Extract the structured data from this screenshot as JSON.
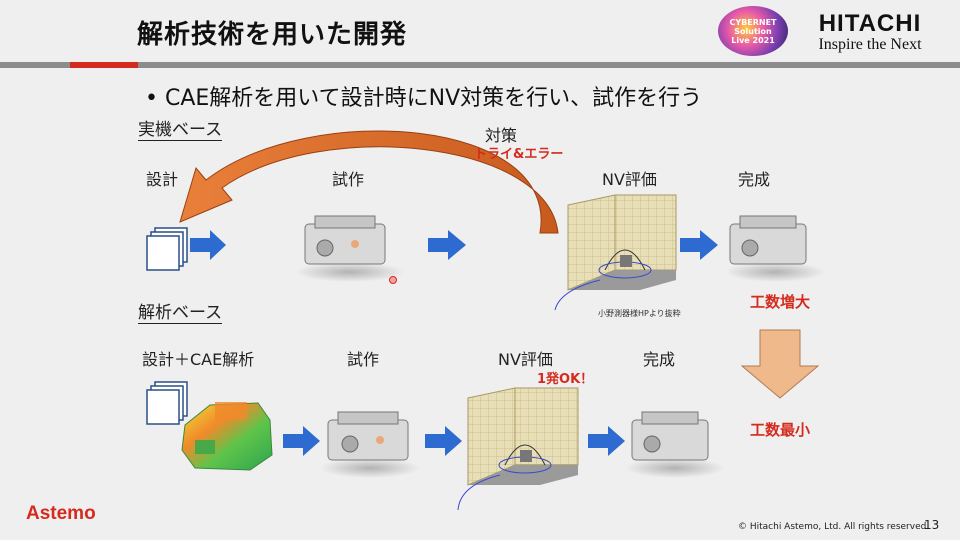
{
  "title": "解析技術を用いた開発",
  "logo": {
    "event_badge": [
      "CYBERNET",
      "Solution",
      "Live 2021"
    ],
    "brand_name": "HITACHI",
    "slogan": "Inspire the Next"
  },
  "bullet": "CAE解析を用いて設計時にNV対策を行い、試作を行う",
  "top_flow": {
    "section_label": "実機ベース",
    "steps": [
      "設計",
      "試作",
      "NV評価",
      "完成"
    ],
    "loop_label": "対策",
    "loop_note": "トライ&エラー",
    "result": "工数増大",
    "chamber_credit": "小野測器様HPより抜粋"
  },
  "bottom_flow": {
    "section_label": "解析ベース",
    "steps": [
      "設計＋CAE解析",
      "試作",
      "NV評価",
      "完成"
    ],
    "nv_note": "1発OK！",
    "result": "工数最小"
  },
  "footer": {
    "company_logo": "Astemo",
    "copyright": "© Hitachi Astemo, Ltd. All rights reserved.",
    "page_number": "13"
  },
  "colors": {
    "accent_red": "#d52b1e",
    "flow_arrow": "#2e6bd0",
    "loop_arrow": "#e07a30",
    "down_arrow": "#f0b98c"
  },
  "icons": [
    "document-stack-icon",
    "motor-unit-image",
    "anechoic-chamber-image",
    "cae-heatmap-image"
  ]
}
